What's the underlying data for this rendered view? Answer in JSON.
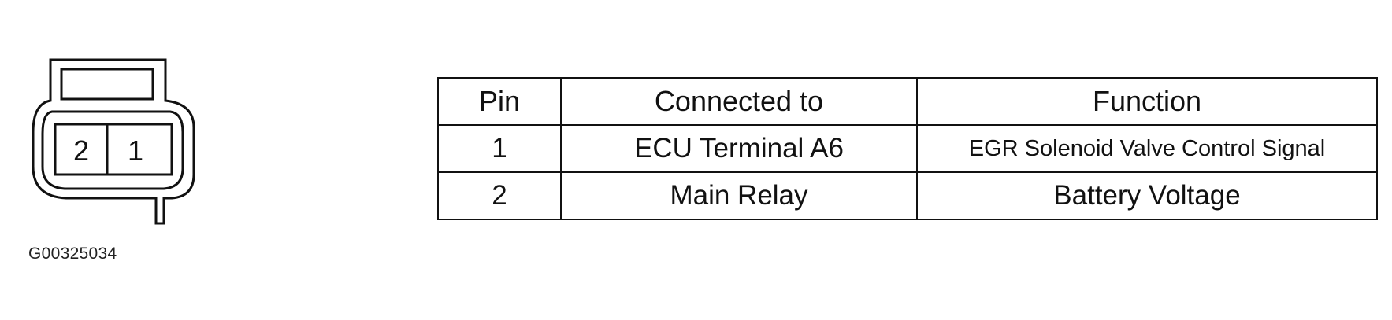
{
  "connector": {
    "pins": [
      "2",
      "1"
    ]
  },
  "figure_id": "G00325034",
  "table": {
    "headers": {
      "pin": "Pin",
      "connected_to": "Connected to",
      "function": "Function"
    },
    "rows": [
      {
        "pin": "1",
        "connected_to": "ECU Terminal A6",
        "function": "EGR Solenoid Valve Control Signal"
      },
      {
        "pin": "2",
        "connected_to": "Main Relay",
        "function": "Battery Voltage"
      }
    ]
  }
}
